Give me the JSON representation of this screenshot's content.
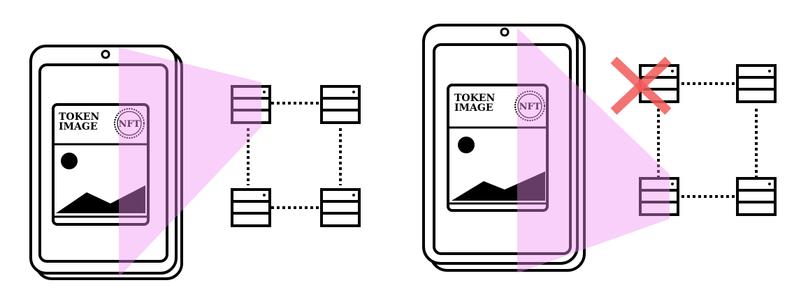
{
  "colors": {
    "ink": "#000000",
    "background": "#ffffff",
    "beam": "#f4a6f2",
    "cross": "#f25a5a"
  },
  "panels": [
    {
      "card": {
        "title_line1": "TOKEN",
        "title_line2": "IMAGE",
        "seal_label": "NFT"
      },
      "servers": [
        "server-a",
        "server-b",
        "server-c",
        "server-d"
      ],
      "failed_server": false
    },
    {
      "card": {
        "title_line1": "TOKEN",
        "title_line2": "IMAGE",
        "seal_label": "NFT"
      },
      "servers": [
        "server-a",
        "server-b",
        "server-c",
        "server-d"
      ],
      "failed_server": true
    }
  ],
  "icons": {
    "device": "tablet-icon",
    "server": "server-rack-icon",
    "mountain": "mountain-icon",
    "sun": "sun-icon",
    "seal": "stamp-seal-icon",
    "failure": "cross-icon"
  }
}
